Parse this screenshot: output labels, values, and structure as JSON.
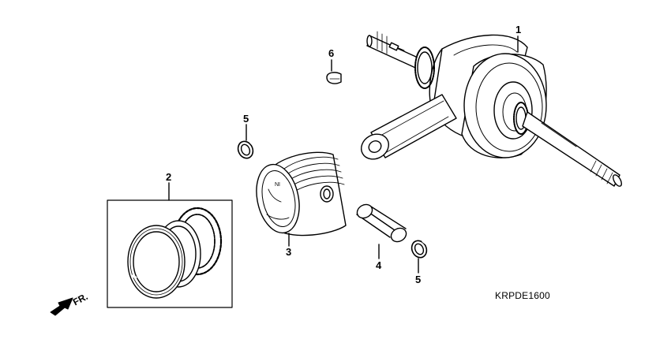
{
  "diagram": {
    "drawing_code": "KRPDE1600",
    "front_indicator": "FR.",
    "piston_marking": "NI",
    "callouts": {
      "crankshaft": "1",
      "piston_ring_set": "2",
      "piston": "3",
      "piston_pin": "4",
      "clip_upper": "5",
      "clip_lower": "5",
      "woodruff_key": "6"
    }
  }
}
